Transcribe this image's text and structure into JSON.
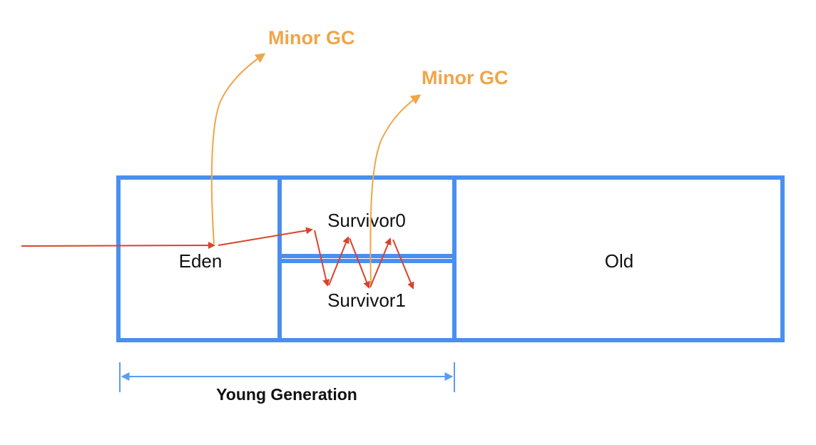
{
  "regions": {
    "eden": "Eden",
    "survivor0": "Survivor0",
    "survivor1": "Survivor1",
    "old": "Old"
  },
  "gc_labels": {
    "first": "Minor GC",
    "second": "Minor GC"
  },
  "young_generation_label": "Young Generation",
  "colors": {
    "region_border": "#4a8fef",
    "gc_arrow": "#f0a548",
    "flow_arrow": "#d9432b",
    "span_line": "#5b9cf0"
  }
}
